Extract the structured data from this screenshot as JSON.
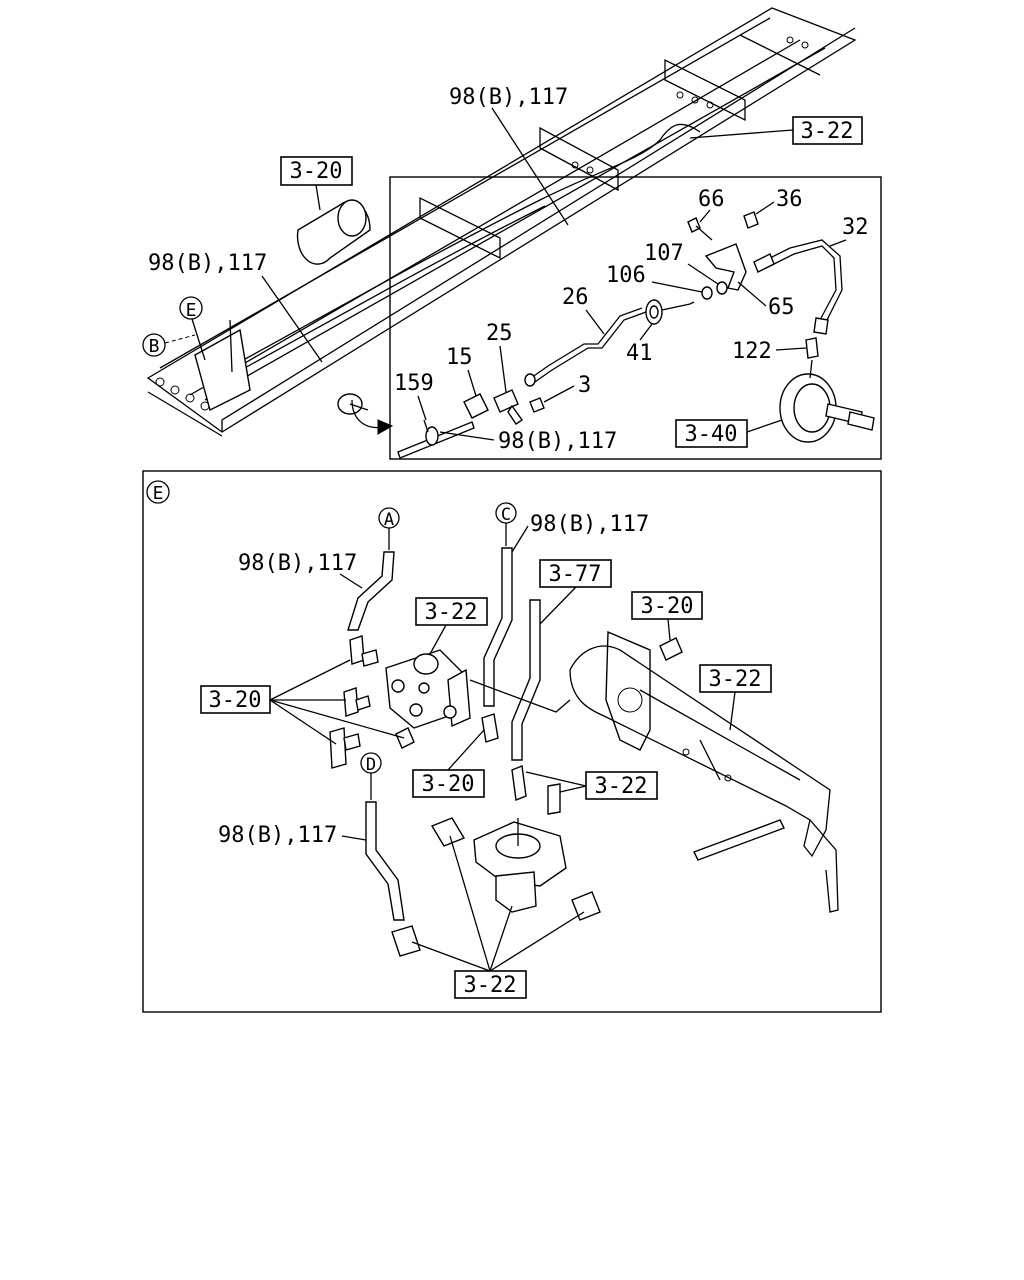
{
  "callouts": {
    "pipe_top": "98(B),117",
    "pipe_left": "98(B),117",
    "pipe_inset": "98(B),117",
    "pipe_A": "98(B),117",
    "pipe_C": "98(B),117",
    "pipe_D": "98(B),117",
    "p66": "66",
    "p36": "36",
    "p32": "32",
    "p107": "107",
    "p106": "106",
    "p65": "65",
    "p26": "26",
    "p25": "25",
    "p15": "15",
    "p41": "41",
    "p122": "122",
    "p159": "159",
    "p3": "3"
  },
  "refs": {
    "r_3_22_top": "3-22",
    "r_3_20_top": "3-20",
    "r_3_40": "3-40",
    "r_3_22_e1": "3-22",
    "r_3_77": "3-77",
    "r_3_20_e1": "3-20",
    "r_3_22_e2": "3-22",
    "r_3_20_e2": "3-20",
    "r_3_20_e3": "3-20",
    "r_3_22_e3": "3-22",
    "r_3_22_e4": "3-22"
  },
  "markers": {
    "E_small": "E",
    "B": "B",
    "E_panel": "E",
    "A": "A",
    "C": "C",
    "D": "D"
  }
}
